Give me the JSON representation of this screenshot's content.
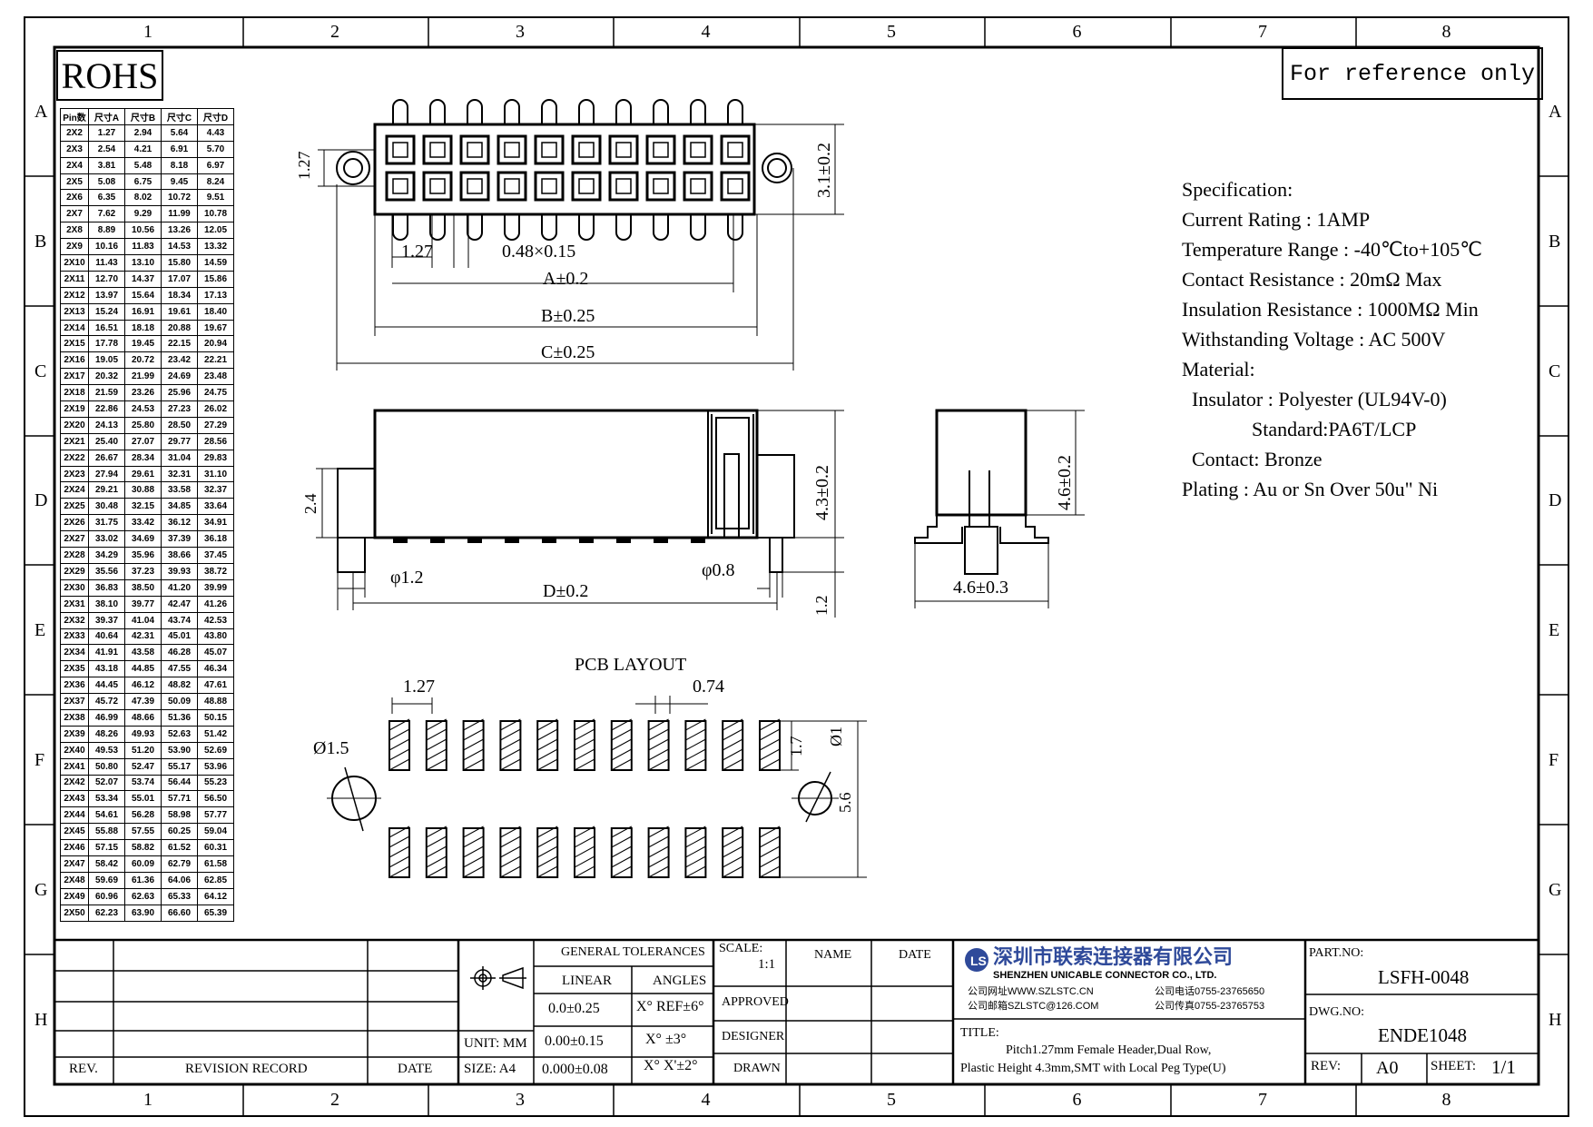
{
  "zone_columns": [
    "1",
    "2",
    "3",
    "4",
    "5",
    "6",
    "7",
    "8"
  ],
  "zone_rows": [
    "A",
    "B",
    "C",
    "D",
    "E",
    "F",
    "G",
    "H"
  ],
  "rohs": "ROHS",
  "reference_note": "For reference only",
  "dimension_table": {
    "headers": [
      "Pin数",
      "尺寸A",
      "尺寸B",
      "尺寸C",
      "尺寸D"
    ],
    "rows": [
      [
        "2X2",
        "1.27",
        "2.94",
        "5.64",
        "4.43"
      ],
      [
        "2X3",
        "2.54",
        "4.21",
        "6.91",
        "5.70"
      ],
      [
        "2X4",
        "3.81",
        "5.48",
        "8.18",
        "6.97"
      ],
      [
        "2X5",
        "5.08",
        "6.75",
        "9.45",
        "8.24"
      ],
      [
        "2X6",
        "6.35",
        "8.02",
        "10.72",
        "9.51"
      ],
      [
        "2X7",
        "7.62",
        "9.29",
        "11.99",
        "10.78"
      ],
      [
        "2X8",
        "8.89",
        "10.56",
        "13.26",
        "12.05"
      ],
      [
        "2X9",
        "10.16",
        "11.83",
        "14.53",
        "13.32"
      ],
      [
        "2X10",
        "11.43",
        "13.10",
        "15.80",
        "14.59"
      ],
      [
        "2X11",
        "12.70",
        "14.37",
        "17.07",
        "15.86"
      ],
      [
        "2X12",
        "13.97",
        "15.64",
        "18.34",
        "17.13"
      ],
      [
        "2X13",
        "15.24",
        "16.91",
        "19.61",
        "18.40"
      ],
      [
        "2X14",
        "16.51",
        "18.18",
        "20.88",
        "19.67"
      ],
      [
        "2X15",
        "17.78",
        "19.45",
        "22.15",
        "20.94"
      ],
      [
        "2X16",
        "19.05",
        "20.72",
        "23.42",
        "22.21"
      ],
      [
        "2X17",
        "20.32",
        "21.99",
        "24.69",
        "23.48"
      ],
      [
        "2X18",
        "21.59",
        "23.26",
        "25.96",
        "24.75"
      ],
      [
        "2X19",
        "22.86",
        "24.53",
        "27.23",
        "26.02"
      ],
      [
        "2X20",
        "24.13",
        "25.80",
        "28.50",
        "27.29"
      ],
      [
        "2X21",
        "25.40",
        "27.07",
        "29.77",
        "28.56"
      ],
      [
        "2X22",
        "26.67",
        "28.34",
        "31.04",
        "29.83"
      ],
      [
        "2X23",
        "27.94",
        "29.61",
        "32.31",
        "31.10"
      ],
      [
        "2X24",
        "29.21",
        "30.88",
        "33.58",
        "32.37"
      ],
      [
        "2X25",
        "30.48",
        "32.15",
        "34.85",
        "33.64"
      ],
      [
        "2X26",
        "31.75",
        "33.42",
        "36.12",
        "34.91"
      ],
      [
        "2X27",
        "33.02",
        "34.69",
        "37.39",
        "36.18"
      ],
      [
        "2X28",
        "34.29",
        "35.96",
        "38.66",
        "37.45"
      ],
      [
        "2X29",
        "35.56",
        "37.23",
        "39.93",
        "38.72"
      ],
      [
        "2X30",
        "36.83",
        "38.50",
        "41.20",
        "39.99"
      ],
      [
        "2X31",
        "38.10",
        "39.77",
        "42.47",
        "41.26"
      ],
      [
        "2X32",
        "39.37",
        "41.04",
        "43.74",
        "42.53"
      ],
      [
        "2X33",
        "40.64",
        "42.31",
        "45.01",
        "43.80"
      ],
      [
        "2X34",
        "41.91",
        "43.58",
        "46.28",
        "45.07"
      ],
      [
        "2X35",
        "43.18",
        "44.85",
        "47.55",
        "46.34"
      ],
      [
        "2X36",
        "44.45",
        "46.12",
        "48.82",
        "47.61"
      ],
      [
        "2X37",
        "45.72",
        "47.39",
        "50.09",
        "48.88"
      ],
      [
        "2X38",
        "46.99",
        "48.66",
        "51.36",
        "50.15"
      ],
      [
        "2X39",
        "48.26",
        "49.93",
        "52.63",
        "51.42"
      ],
      [
        "2X40",
        "49.53",
        "51.20",
        "53.90",
        "52.69"
      ],
      [
        "2X41",
        "50.80",
        "52.47",
        "55.17",
        "53.96"
      ],
      [
        "2X42",
        "52.07",
        "53.74",
        "56.44",
        "55.23"
      ],
      [
        "2X43",
        "53.34",
        "55.01",
        "57.71",
        "56.50"
      ],
      [
        "2X44",
        "54.61",
        "56.28",
        "58.98",
        "57.77"
      ],
      [
        "2X45",
        "55.88",
        "57.55",
        "60.25",
        "59.04"
      ],
      [
        "2X46",
        "57.15",
        "58.82",
        "61.52",
        "60.31"
      ],
      [
        "2X47",
        "58.42",
        "60.09",
        "62.79",
        "61.58"
      ],
      [
        "2X48",
        "59.69",
        "61.36",
        "64.06",
        "62.85"
      ],
      [
        "2X49",
        "60.96",
        "62.63",
        "65.33",
        "64.12"
      ],
      [
        "2X50",
        "62.23",
        "63.90",
        "66.60",
        "65.39"
      ]
    ]
  },
  "dims": {
    "pitch_top": "1.27",
    "pin_size": "0.48×0.15",
    "a": "A±0.2",
    "b": "B±0.25",
    "c": "C±0.25",
    "row_pitch": "1.27",
    "width_top": "3.1±0.2",
    "side_h": "2.4",
    "height": "4.3±0.2",
    "peg_dia": "φ1.2",
    "d": "D±0.2",
    "hole_dia": "φ0.8",
    "peg_len": "1.2",
    "end_height": "4.6±0.2",
    "end_width": "4.6±0.3"
  },
  "pcb": {
    "title": "PCB LAYOUT",
    "pitch": "1.27",
    "pad_w": "0.74",
    "pad_len": "1.7",
    "span": "5.6",
    "hole_left": "Ø1.5",
    "hole_right": "Ø1"
  },
  "spec": {
    "lines": [
      "Specification:",
      "Current Rating : 1AMP",
      "Temperature Range : -40℃to+105℃",
      "Contact Resistance : 20mΩ Max",
      "Insulation Resistance : 1000MΩ Min",
      "Withstanding Voltage : AC 500V",
      "Material:",
      "  Insulator : Polyester (UL94V-0)",
      "              Standard:PA6T/LCP",
      "  Contact: Bronze",
      "Plating : Au or Sn Over 50u\" Ni"
    ]
  },
  "title_block": {
    "revision_headers": {
      "rev": "REV.",
      "record": "REVISION RECORD",
      "date": "DATE"
    },
    "general_tolerances": "GENERAL TOLERANCES",
    "linear": "LINEAR",
    "angles": "ANGLES",
    "linear_vals": [
      "0.0±0.25",
      "0.00±0.15",
      "0.000±0.08"
    ],
    "angle_vals": [
      "X° REF±6°",
      "X° ±3°",
      "X° X'±2°"
    ],
    "unit": "UNIT: MM",
    "size": "SIZE: A4",
    "scale_label": "SCALE:",
    "scale_value": "1:1",
    "name": "NAME",
    "date": "DATE",
    "approved": "APPROVED",
    "designer": "DESIGNER",
    "drawn": "DRAWN",
    "company_cn": "深圳市联索连接器有限公司",
    "company_en": "SHENZHEN UNICABLE CONNECTOR CO., LTD.",
    "website": "公司网址WWW.SZLSTC.CN",
    "email": "公司邮箱SZLSTC@126.COM",
    "phone": "公司电话0755-23765650",
    "fax": "公司传真0755-23765753",
    "title_label": "TITLE:",
    "title_line1": "Pitch1.27mm Female Header,Dual Row,",
    "title_line2": "Plastic Height 4.3mm,SMT with Local Peg Type(U)",
    "part_no_label": "PART.NO:",
    "part_no": "LSFH-0048",
    "dwg_no_label": "DWG.NO:",
    "dwg_no": "ENDE1048",
    "rev_label": "REV:",
    "rev_value": "A0",
    "sheet_label": "SHEET:",
    "sheet_value": "1/1"
  }
}
